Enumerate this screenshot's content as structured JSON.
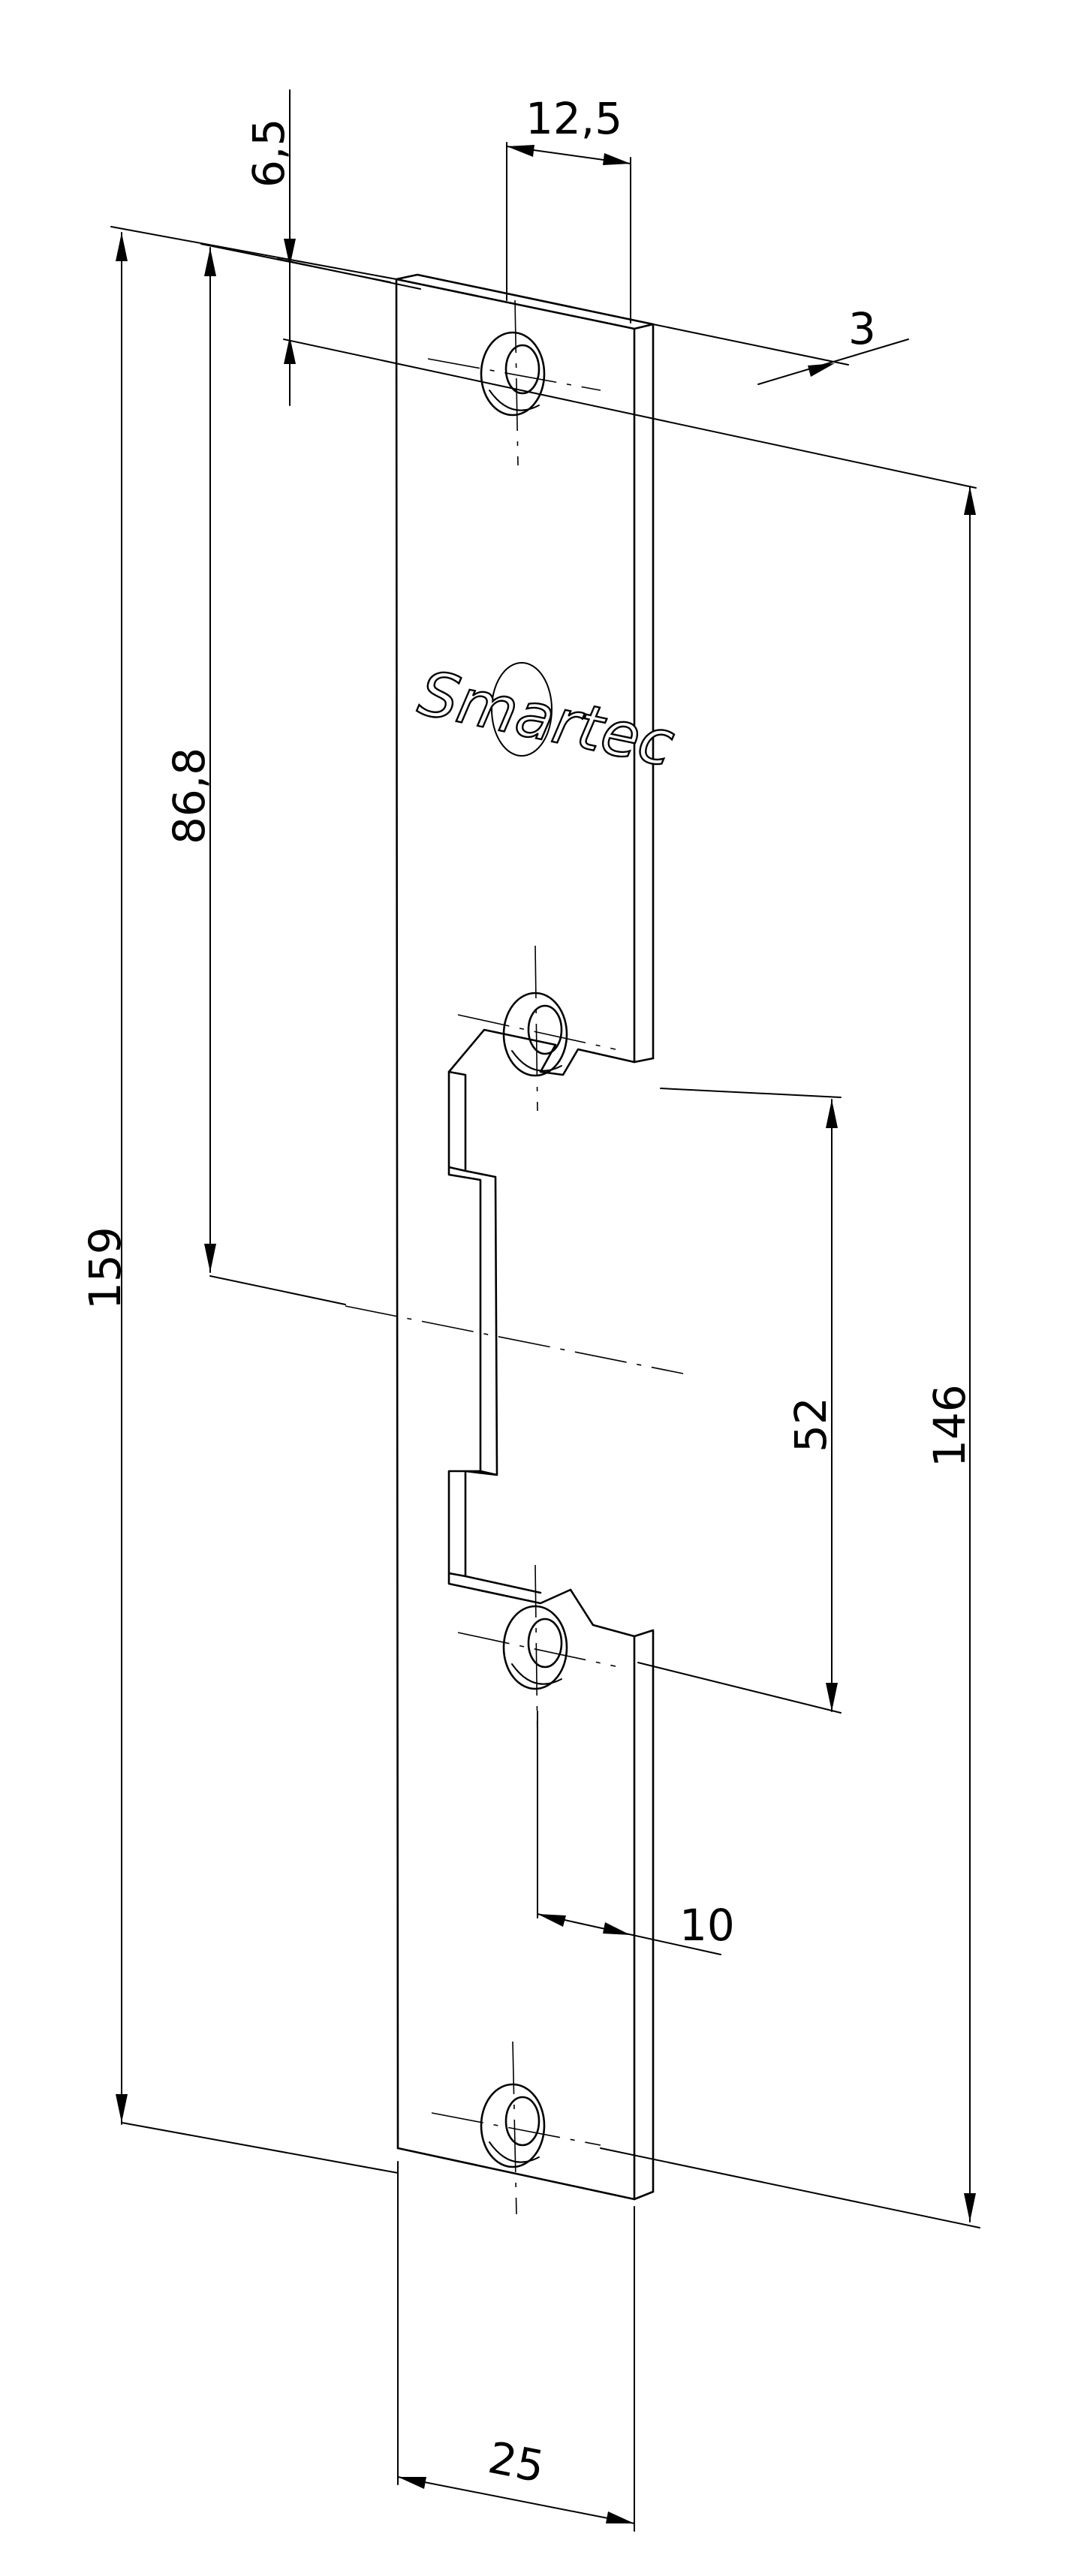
{
  "logo": {
    "text": "Smartec"
  },
  "dimensions": {
    "d_6_5": "6,5",
    "d_12_5": "12,5",
    "d_3": "3",
    "d_86_8": "86,8",
    "d_159": "159",
    "d_52": "52",
    "d_146": "146",
    "d_10": "10",
    "d_25": "25"
  }
}
